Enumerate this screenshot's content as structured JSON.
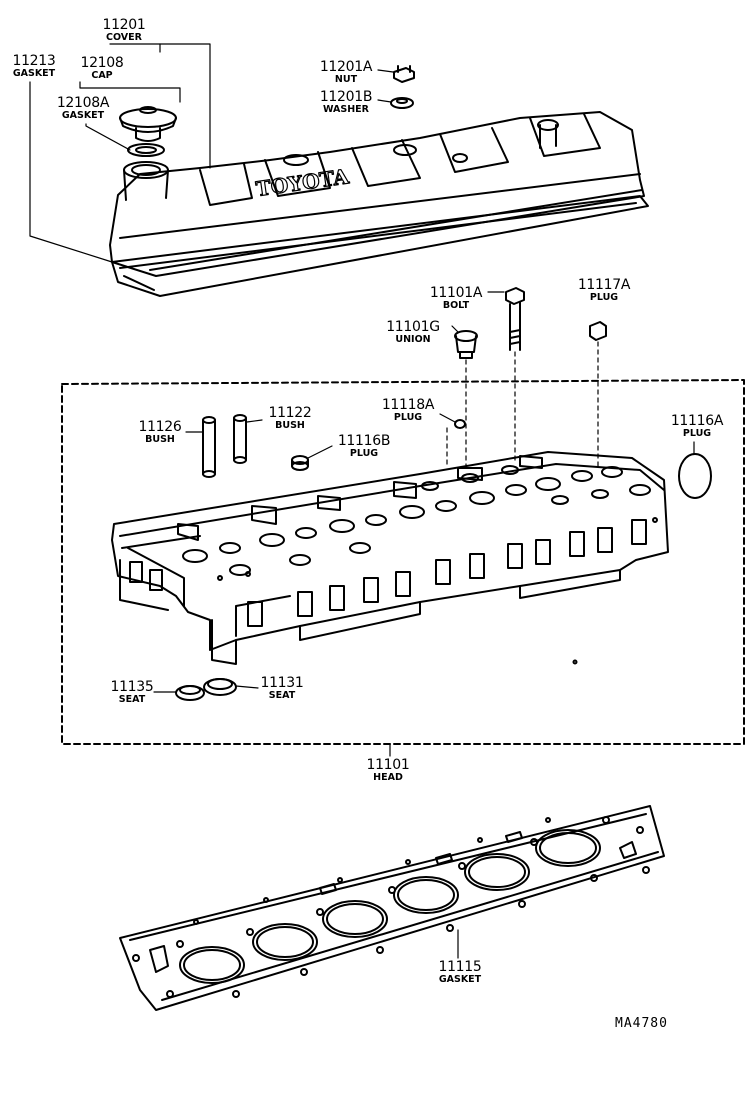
{
  "parts": [
    {
      "id": "p11201",
      "number": "11201",
      "name": "COVER"
    },
    {
      "id": "p11213",
      "number": "11213",
      "name": "GASKET"
    },
    {
      "id": "p12108",
      "number": "12108",
      "name": "CAP"
    },
    {
      "id": "p12108A",
      "number": "12108A",
      "name": "GASKET"
    },
    {
      "id": "p11201A",
      "number": "11201A",
      "name": "NUT"
    },
    {
      "id": "p11201B",
      "number": "11201B",
      "name": "WASHER"
    },
    {
      "id": "p11101A",
      "number": "11101A",
      "name": "BOLT"
    },
    {
      "id": "p11117A",
      "number": "11117A",
      "name": "PLUG"
    },
    {
      "id": "p11101G",
      "number": "11101G",
      "name": "UNION"
    },
    {
      "id": "p11118A",
      "number": "11118A",
      "name": "PLUG"
    },
    {
      "id": "p11126",
      "number": "11126",
      "name": "BUSH"
    },
    {
      "id": "p11122",
      "number": "11122",
      "name": "BUSH"
    },
    {
      "id": "p11116B",
      "number": "11116B",
      "name": "PLUG"
    },
    {
      "id": "p11116A",
      "number": "11116A",
      "name": "PLUG"
    },
    {
      "id": "p11135",
      "number": "11135",
      "name": "SEAT"
    },
    {
      "id": "p11131",
      "number": "11131",
      "name": "SEAT"
    },
    {
      "id": "p11101",
      "number": "11101",
      "name": "HEAD"
    },
    {
      "id": "p11115",
      "number": "11115",
      "name": "GASKET"
    }
  ],
  "cover_brand": "TOYOTA",
  "diagram_code": "MA4780"
}
